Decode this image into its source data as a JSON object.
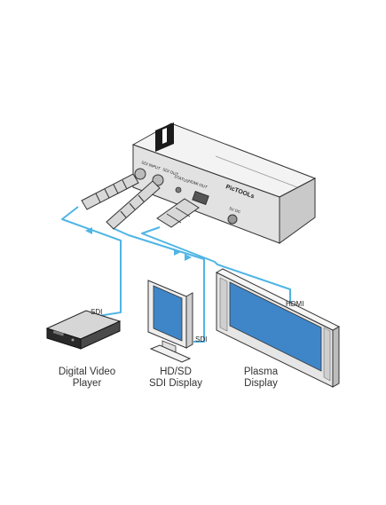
{
  "device": {
    "brand_text": "PicTOOLs",
    "port_labels": [
      "SDI INPUT",
      "SDI OUT",
      "HDMI OUT",
      "STATUS",
      "5V DC"
    ]
  },
  "cable_labels": {
    "sdi_player": "SDI",
    "sdi_display": "SDI",
    "hdmi": "HDMI"
  },
  "devices": {
    "player": {
      "line1": "Digital Video",
      "line2": "Player"
    },
    "sdi_display": {
      "line1": "HD/SD",
      "line2": "SDI Display"
    },
    "plasma": {
      "line1": "Plasma",
      "line2": "Display"
    }
  },
  "colors": {
    "cable": "#4fb5e4",
    "device_body": "#ececec",
    "screen": "#3f86c8"
  }
}
